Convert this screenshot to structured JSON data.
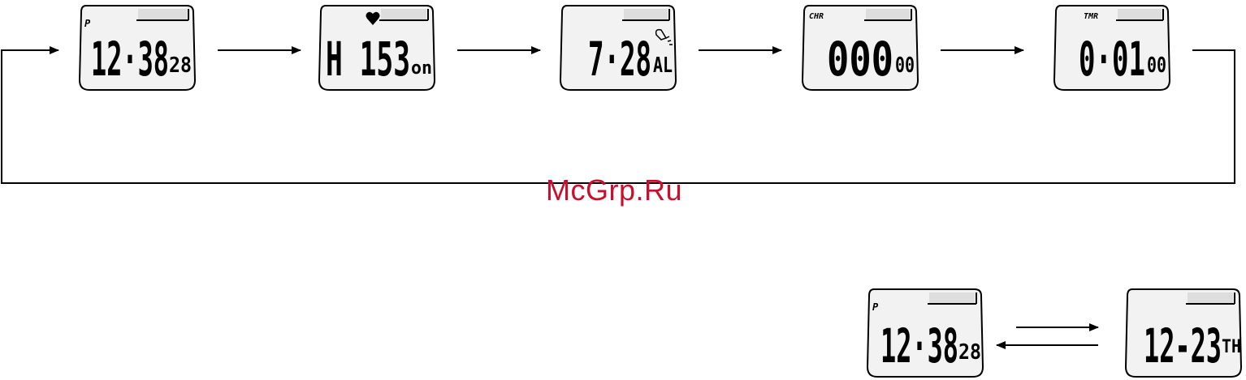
{
  "screens": [
    {
      "id": "time",
      "indicator": "P",
      "heart": false,
      "bell": false,
      "main": "12·38",
      "sub": "28"
    },
    {
      "id": "heart-rate",
      "indicator": "",
      "heart": true,
      "bell": false,
      "main": "H 153",
      "sub": "on"
    },
    {
      "id": "alarm",
      "indicator": "",
      "heart": false,
      "bell": true,
      "main": "7·28",
      "sub": "AL"
    },
    {
      "id": "chrono",
      "indicator": "CHR",
      "heart": false,
      "bell": false,
      "main": "000",
      "sub": "00"
    },
    {
      "id": "timer",
      "indicator": "TMR",
      "heart": false,
      "bell": false,
      "main": "0·01",
      "sub": "00"
    }
  ],
  "toggle_screens": [
    {
      "id": "time-2",
      "indicator": "P",
      "main": "12·38",
      "sub": "28"
    },
    {
      "id": "date",
      "indicator": "",
      "main": "12-23",
      "sub": "TH"
    }
  ],
  "watermark": "McGrp.Ru"
}
